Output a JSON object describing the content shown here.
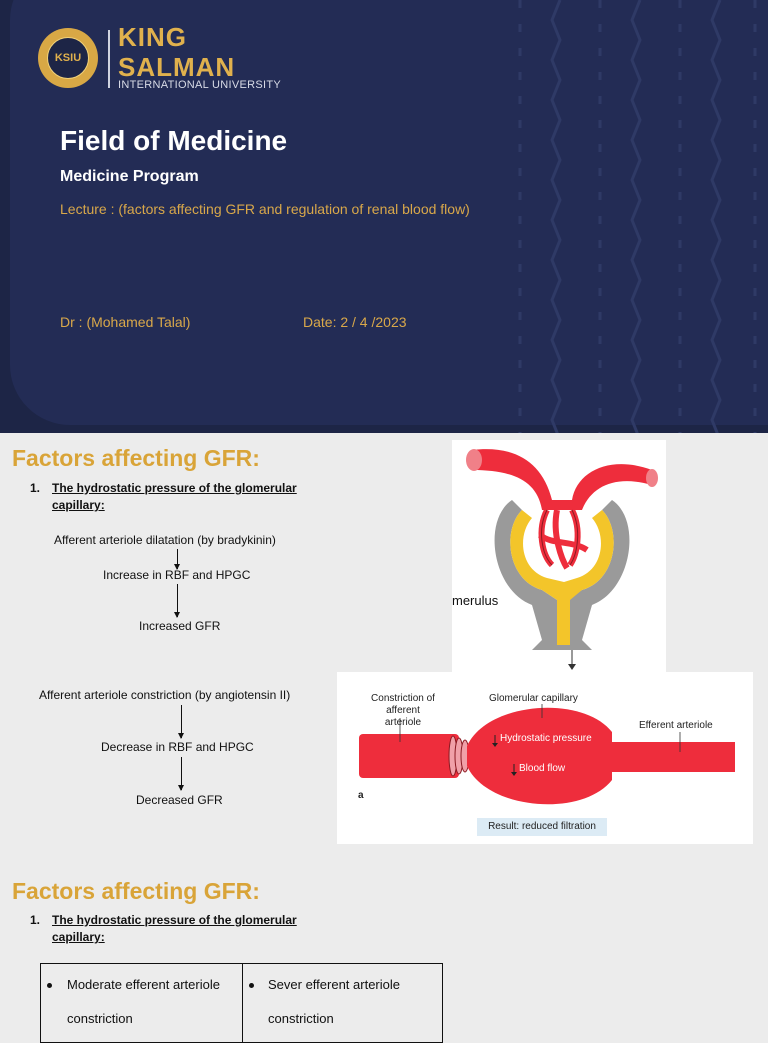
{
  "cover": {
    "logo_text": "KSIU",
    "university_line1": "KING",
    "university_line2": "SALMAN",
    "university_sub": "INTERNATIONAL UNIVERSITY",
    "title": "Field of Medicine",
    "program": "Medicine Program",
    "lecture": "Lecture : (factors affecting GFR and regulation of renal blood flow)",
    "doctor": "Dr : (Mohamed Talal)",
    "date": "Date: 2  /  4 /2023"
  },
  "slide2": {
    "heading": "Factors affecting GFR:",
    "item_number": "1.",
    "item_text": "The hydrostatic pressure of the glomerular capillary:",
    "flow1": [
      "Afferent arteriole dilatation (by bradykinin)",
      "Increase in RBF and  HPGC",
      "Increased GFR"
    ],
    "flow2": [
      "Afferent arteriole constriction (by angiotensin II)",
      "Decrease in RBF and  HPGC",
      "Decreased GFR"
    ],
    "figure1_label": "merulus",
    "figure2": {
      "constriction_label": "Constriction of afferent arteriole",
      "capillary_label": "Glomerular capillary",
      "efferent_label": "Efferent arteriole",
      "pressure_label": "Hydrostatic pressure",
      "flow_label": "Blood flow",
      "panel_letter": "a",
      "result": "Result: reduced filtration"
    }
  },
  "slide3": {
    "heading": "Factors affecting GFR:",
    "item_number": "1.",
    "item_text": "The hydrostatic pressure of the glomerular capillary:",
    "table": [
      {
        "line1": "Moderate efferent arteriole",
        "line2": "constriction"
      },
      {
        "line1": "Sever efferent arteriole",
        "line2": "constriction"
      }
    ]
  },
  "colors": {
    "navy": "#1d2546",
    "gold": "#d9a438",
    "vessel_red": "#ee2d3c",
    "tubule_yellow": "#f3c52a"
  }
}
